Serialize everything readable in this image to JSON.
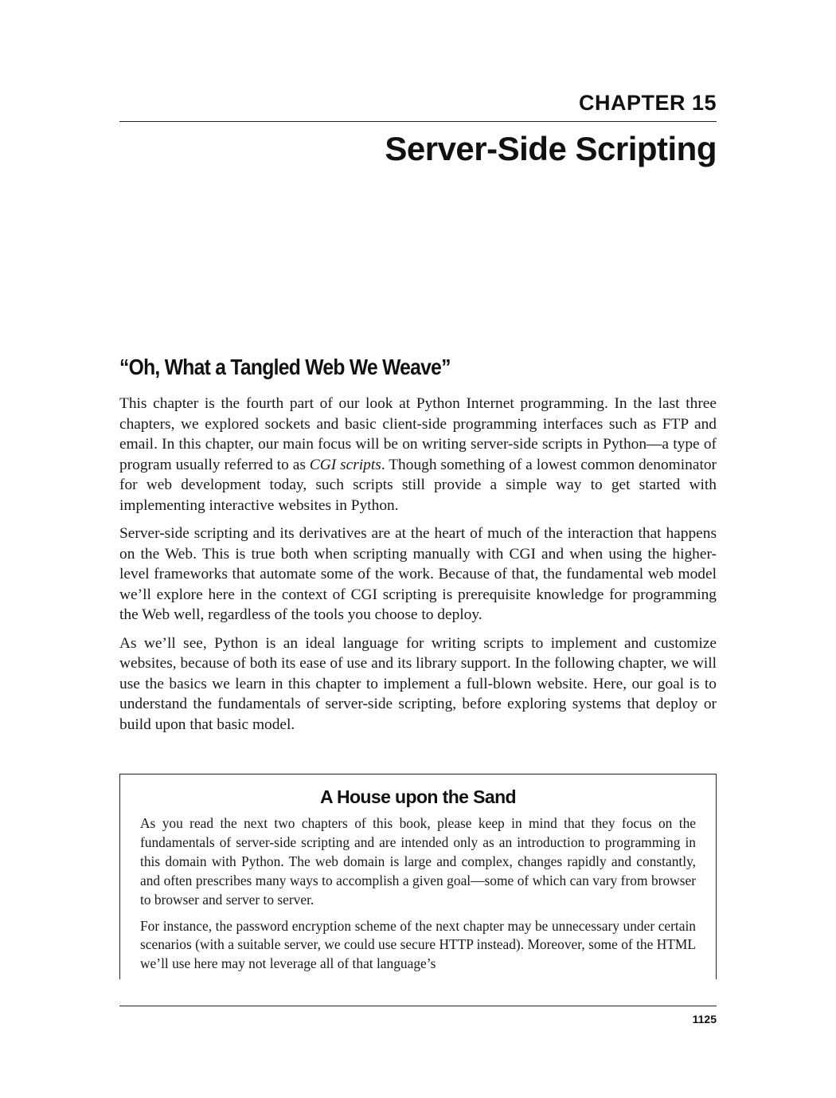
{
  "chapter": {
    "label": "CHAPTER 15",
    "title": "Server-Side Scripting"
  },
  "section": {
    "heading": "“Oh, What a Tangled Web We Weave”",
    "paragraphs": [
      {
        "before": "This chapter is the fourth part of our look at Python Internet programming. In the last three chapters, we explored sockets and basic client-side programming interfaces such as FTP and email. In this chapter, our main focus will be on writing server-side scripts in Python—a type of program usually referred to as ",
        "emphasis": "CGI scripts",
        "after": ". Though something of a lowest common denominator for web development today, such scripts still provide a simple way to get started with implementing interactive websites in Python."
      },
      {
        "text": "Server-side scripting and its derivatives are at the heart of much of the interaction that happens on the Web. This is true both when scripting manually with CGI and when using the higher-level frameworks that automate some of the work. Because of that, the fundamental web model we’ll explore here in the context of CGI scripting is prerequisite knowledge for programming the Web well, regardless of the tools you choose to deploy."
      },
      {
        "text": "As we’ll see, Python is an ideal language for writing scripts to implement and customize websites, because of both its ease of use and its library support. In the following chapter, we will use the basics we learn in this chapter to implement a full-blown website. Here, our goal is to understand the fundamentals of server-side scripting, before exploring systems that deploy or build upon that basic model."
      }
    ]
  },
  "sidebar": {
    "title": "A House upon the Sand",
    "paragraphs": [
      "As you read the next two chapters of this book, please keep in mind that they focus on the fundamentals of server-side scripting and are intended only as an introduction to programming in this domain with Python. The web domain is large and complex, changes rapidly and constantly, and often prescribes many ways to accomplish a given goal—some of which can vary from browser to browser and server to server.",
      "For instance, the password encryption scheme of the next chapter may be unnecessary under certain scenarios (with a suitable server, we could use secure HTTP instead). Moreover, some of the HTML we’ll use here may not leverage all of that language’s"
    ]
  },
  "footer": {
    "page_number": "1125"
  }
}
